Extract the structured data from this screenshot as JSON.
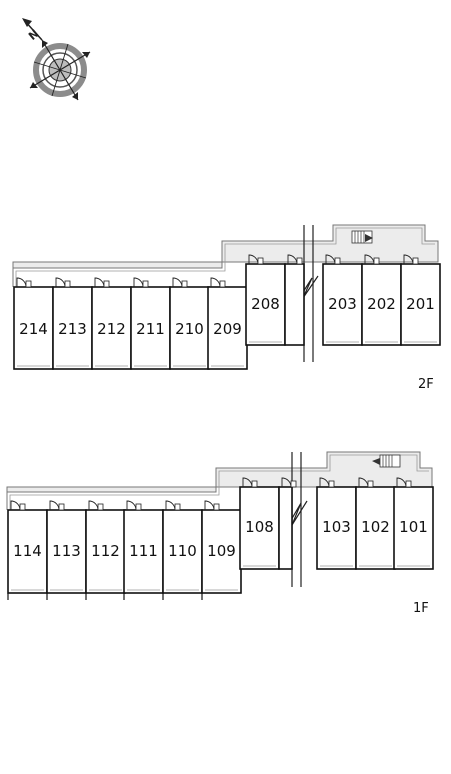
{
  "compass": {
    "letter": "N",
    "icon": "compass-rose-icon"
  },
  "floors": [
    {
      "id": "2F",
      "label": "2F",
      "units": [
        "214",
        "213",
        "212",
        "211",
        "210",
        "209",
        "208",
        "203",
        "202",
        "201"
      ],
      "stair_icon": "staircase-icon"
    },
    {
      "id": "1F",
      "label": "1F",
      "units": [
        "114",
        "113",
        "112",
        "111",
        "110",
        "109",
        "108",
        "103",
        "102",
        "101"
      ],
      "stair_icon": "staircase-icon"
    }
  ],
  "colors": {
    "corridor": "#ececec",
    "line": "#222222",
    "compass_ring": "#8c8c8c"
  }
}
